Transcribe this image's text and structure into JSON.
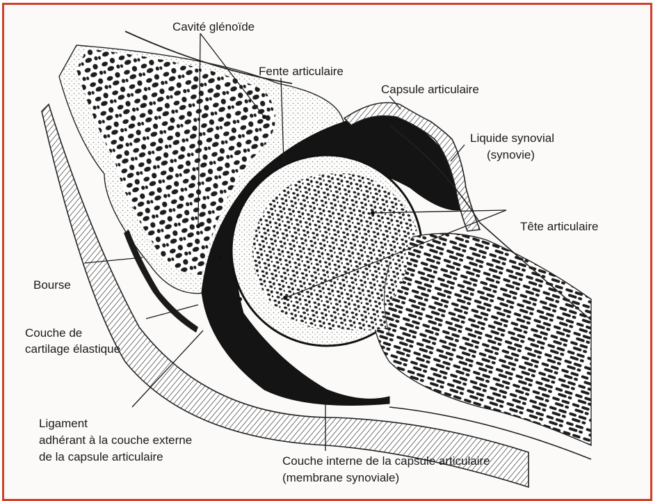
{
  "colors": {
    "frame": "#cf3f2a",
    "ink": "#1a1a1a",
    "paper": "#fbfaf8"
  },
  "labels": {
    "cavite_glenoide": "Cavité glénoïde",
    "fente_articulaire": "Fente articulaire",
    "capsule_articulaire": "Capsule articulaire",
    "liquide_synovial": "Liquide synovial",
    "synovie": "(synovie)",
    "tete_articulaire": "Tête articulaire",
    "bourse": "Bourse",
    "couche_cartilage_1": "Couche de",
    "couche_cartilage_2": "cartilage élastique",
    "ligament_1": "Ligament",
    "ligament_2": "adhérant à la couche externe",
    "ligament_3": "de la capsule articulaire",
    "couche_interne_1": "Couche interne de la capsule articulaire",
    "couche_interne_2": "(membrane synoviale)"
  }
}
